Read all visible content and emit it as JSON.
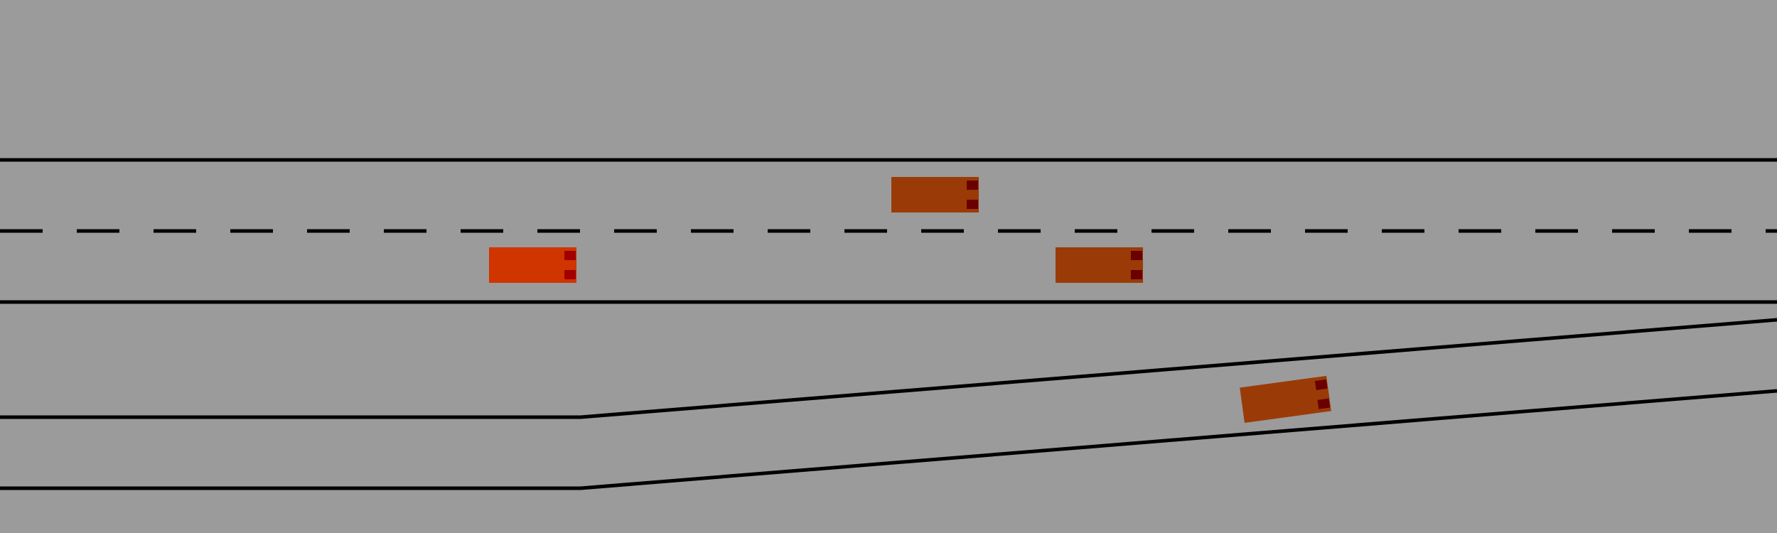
{
  "colors": {
    "background": "#9b9b9b",
    "lane_line": "#000000",
    "ego_car": "#d03500",
    "ego_light": "#a00000",
    "other_car": "#9a3b07",
    "other_light": "#6a0000"
  },
  "scene": {
    "highway": {
      "lanes": 2,
      "divider_style": "dashed"
    },
    "ramp": {
      "type": "merge-ramp",
      "divider_style": "none"
    },
    "vehicles": [
      {
        "id": "ego",
        "role": "ego",
        "lane": "right",
        "heading_deg": 0
      },
      {
        "id": "v1",
        "role": "other",
        "lane": "left",
        "heading_deg": 0
      },
      {
        "id": "v2",
        "role": "other",
        "lane": "right",
        "heading_deg": 0
      },
      {
        "id": "v3",
        "role": "other",
        "lane": "ramp",
        "heading_deg": -7.8
      }
    ]
  }
}
